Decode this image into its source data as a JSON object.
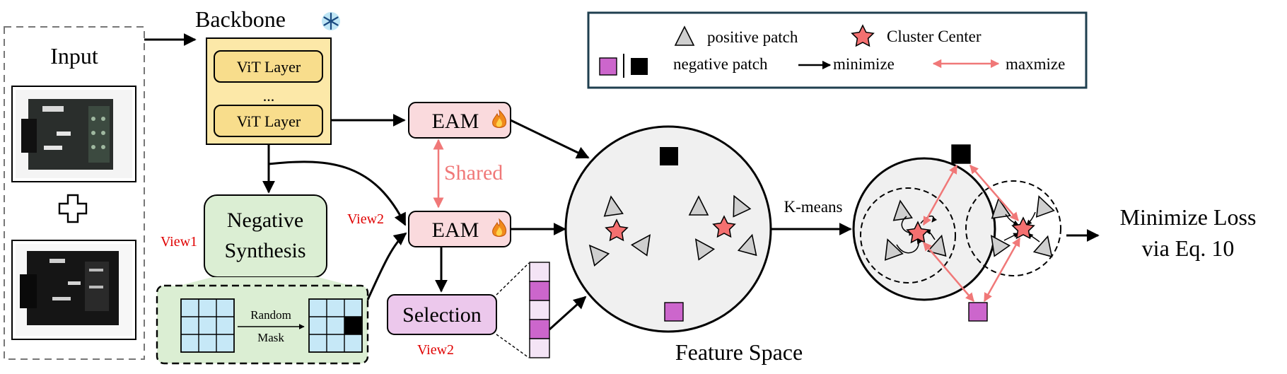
{
  "input": {
    "title": "Input",
    "plus_icon": "plus-icon",
    "images": [
      "photo-connector-top",
      "photo-connector-bottom"
    ]
  },
  "backbone": {
    "title": "Backbone",
    "frozen_icon": "snowflake-icon",
    "layers": [
      "ViT Layer",
      "ViT Layer"
    ],
    "ellipsis": "..."
  },
  "eam": {
    "label": "EAM",
    "trainable_icon": "flame-icon",
    "shared_label": "Shared"
  },
  "negative_synthesis": {
    "line1": "Negative",
    "line2": "Synthesis",
    "view_label": "View1",
    "mask_label_1": "Random",
    "mask_label_2": "Mask"
  },
  "selection": {
    "label": "Selection",
    "view_label": "View2"
  },
  "view2_label": "View2",
  "feature_space": {
    "label": "Feature Space"
  },
  "kmeans_label": "K-means",
  "loss": {
    "line1": "Minimize Loss",
    "line2": "via Eq. 10"
  },
  "legend": {
    "positive": "positive patch",
    "cluster": "Cluster Center",
    "negative": "negative patch",
    "minimize": "minimize",
    "maximize": "maxmize"
  },
  "colors": {
    "backbone_fill": "#fce8a8",
    "eam_fill": "#fadadd",
    "negsyn_fill": "#dbeed3",
    "selection_fill": "#ecc8ec",
    "mask_cell": "#c6e8f7",
    "star": "#f47070",
    "arrow_red": "#f07878",
    "neg_pink": "#cc66cc",
    "circle_fill": "#f0f0f0",
    "legend_border": "#1f3f4f"
  }
}
